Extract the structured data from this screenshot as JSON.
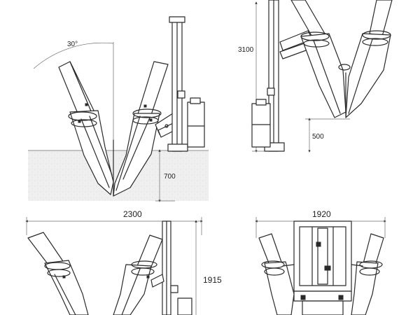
{
  "dimensions": {
    "angle": "30°",
    "height_total": "3100",
    "dig_depth": "700",
    "ground_clearance": "500",
    "width_open": "2300",
    "width_front": "1920",
    "height_folded": "1915"
  },
  "colors": {
    "line": "#2a2a2a",
    "ground": "#efefef",
    "background": "#ffffff"
  }
}
